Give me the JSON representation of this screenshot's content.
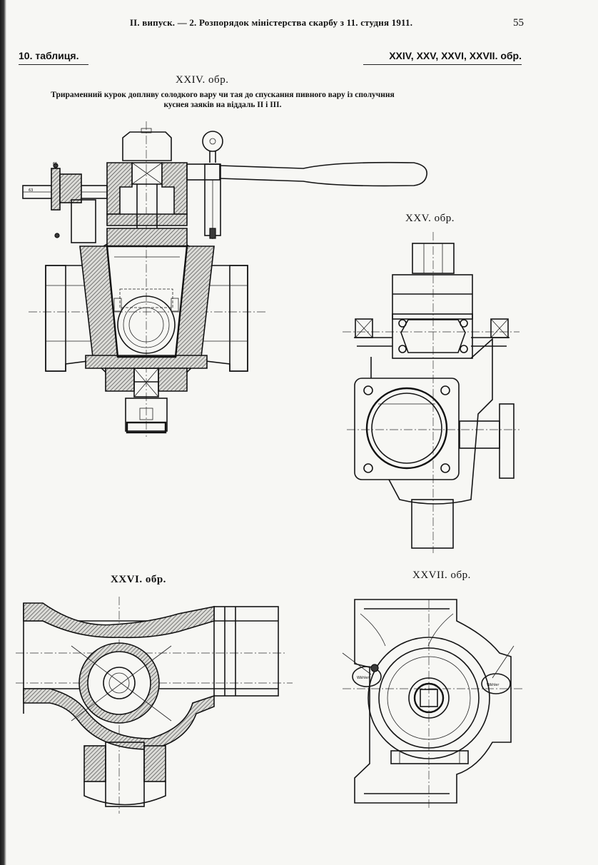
{
  "header": {
    "running_head": "II. випуск. — 2. Розпорядок міністерства скарбу з 11. студня 1911.",
    "page_number": "55",
    "table_label": "10. таблиця.",
    "figures_label": "XXIV, XXV, XXVI, XXVII. обр."
  },
  "figures": {
    "fig24": {
      "title": "XXIV. обр.",
      "caption_line1": "Трираменний курок доплнву солодкого вару чи тая до спускання пивного вару із сполучння",
      "caption_line2": "куснея заяків на віддаль II і III."
    },
    "fig25": {
      "title": "XXV. обр."
    },
    "fig26": {
      "title": "XXVI. обр."
    },
    "fig27": {
      "title": "XXVII. обр."
    }
  }
}
